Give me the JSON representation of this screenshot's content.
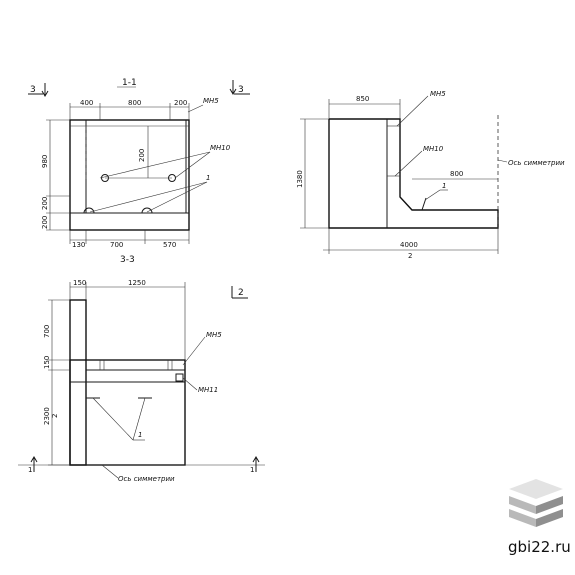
{
  "views": {
    "section_1_1": {
      "title": "1-1",
      "cut_mark_left": "3",
      "cut_mark_right": "3",
      "dims_top": [
        "400",
        "800",
        "200"
      ],
      "dims_bottom": [
        "130",
        "700",
        "570"
      ],
      "dims_left": [
        "980",
        "200",
        "200"
      ],
      "dim_inner": "200",
      "label_mn5": "МН5",
      "label_mn10": "МН10",
      "label_pos": "1"
    },
    "section_2_2": {
      "title": "2",
      "dim_top": "850",
      "dim_mid": "800",
      "dim_left": "1380",
      "dim_bottom": "4000",
      "label_mn5": "МН5",
      "label_mn10": "МН10",
      "label_pos": "1",
      "label_axis": "Ось симметрии"
    },
    "section_3_3": {
      "title": "3-3",
      "cut_mark": "2",
      "dims_top": [
        "150",
        "1250"
      ],
      "dims_left": [
        "700",
        "150",
        "2300"
      ],
      "dim_left_secondary": "2",
      "label_mn5": "МН5",
      "label_mn11": "МН11",
      "label_pos": "1",
      "label_axis": "Ось симметрии",
      "mark_left": "1",
      "mark_right": "1"
    }
  },
  "watermark": {
    "text": "gbi22.ru",
    "colors": {
      "top": "#e3e3e3",
      "mid": "#b9b9b9",
      "bottom": "#8f8f8f"
    }
  }
}
